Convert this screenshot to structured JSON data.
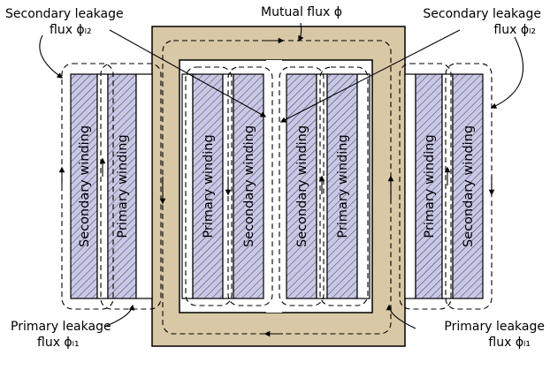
{
  "title": "Mutual flux ϕ",
  "labels": {
    "secondary_leakage_left": {
      "line1": "Secondary leakage",
      "line2": "flux ϕₗ₂"
    },
    "secondary_leakage_right": {
      "line1": "Secondary leakage",
      "line2": "flux ϕₗ₂"
    },
    "primary_leakage_left": {
      "line1": "Primary leakage",
      "line2": "flux ϕₗ₁"
    },
    "primary_leakage_right": {
      "line1": "Primary leakage",
      "line2": "flux ϕₗ₁"
    }
  },
  "windings": {
    "primary": "Primary winding",
    "secondary": "Secondary winding"
  },
  "colors": {
    "core": "#d8c8a6",
    "winding": "#c9c8e4",
    "outline": "#000000",
    "background": "#ffffff"
  }
}
